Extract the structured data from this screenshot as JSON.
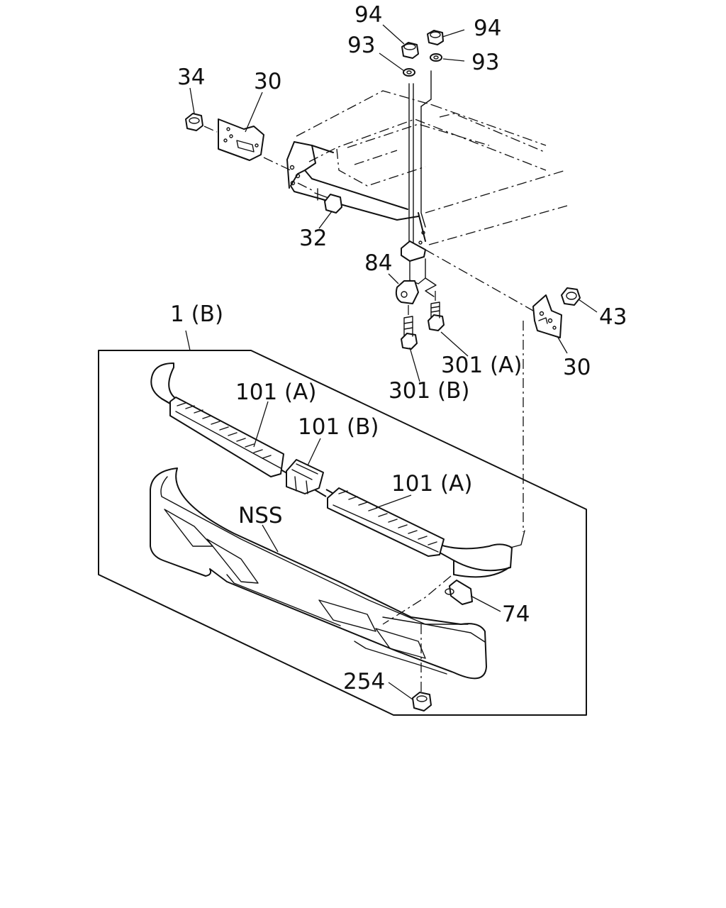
{
  "callouts": {
    "c94a": "94",
    "c94b": "94",
    "c93a": "93",
    "c93b": "93",
    "c34": "34",
    "c30a": "30",
    "c32": "32",
    "c84": "84",
    "c43": "43",
    "c30b": "30",
    "c1b": "1 (B)",
    "c301a": "301 (A)",
    "c301b": "301 (B)",
    "c101a_top": "101 (A)",
    "c101b": "101 (B)",
    "c101a_right": "101 (A)",
    "nss": "NSS",
    "c74": "74",
    "c254": "254"
  }
}
